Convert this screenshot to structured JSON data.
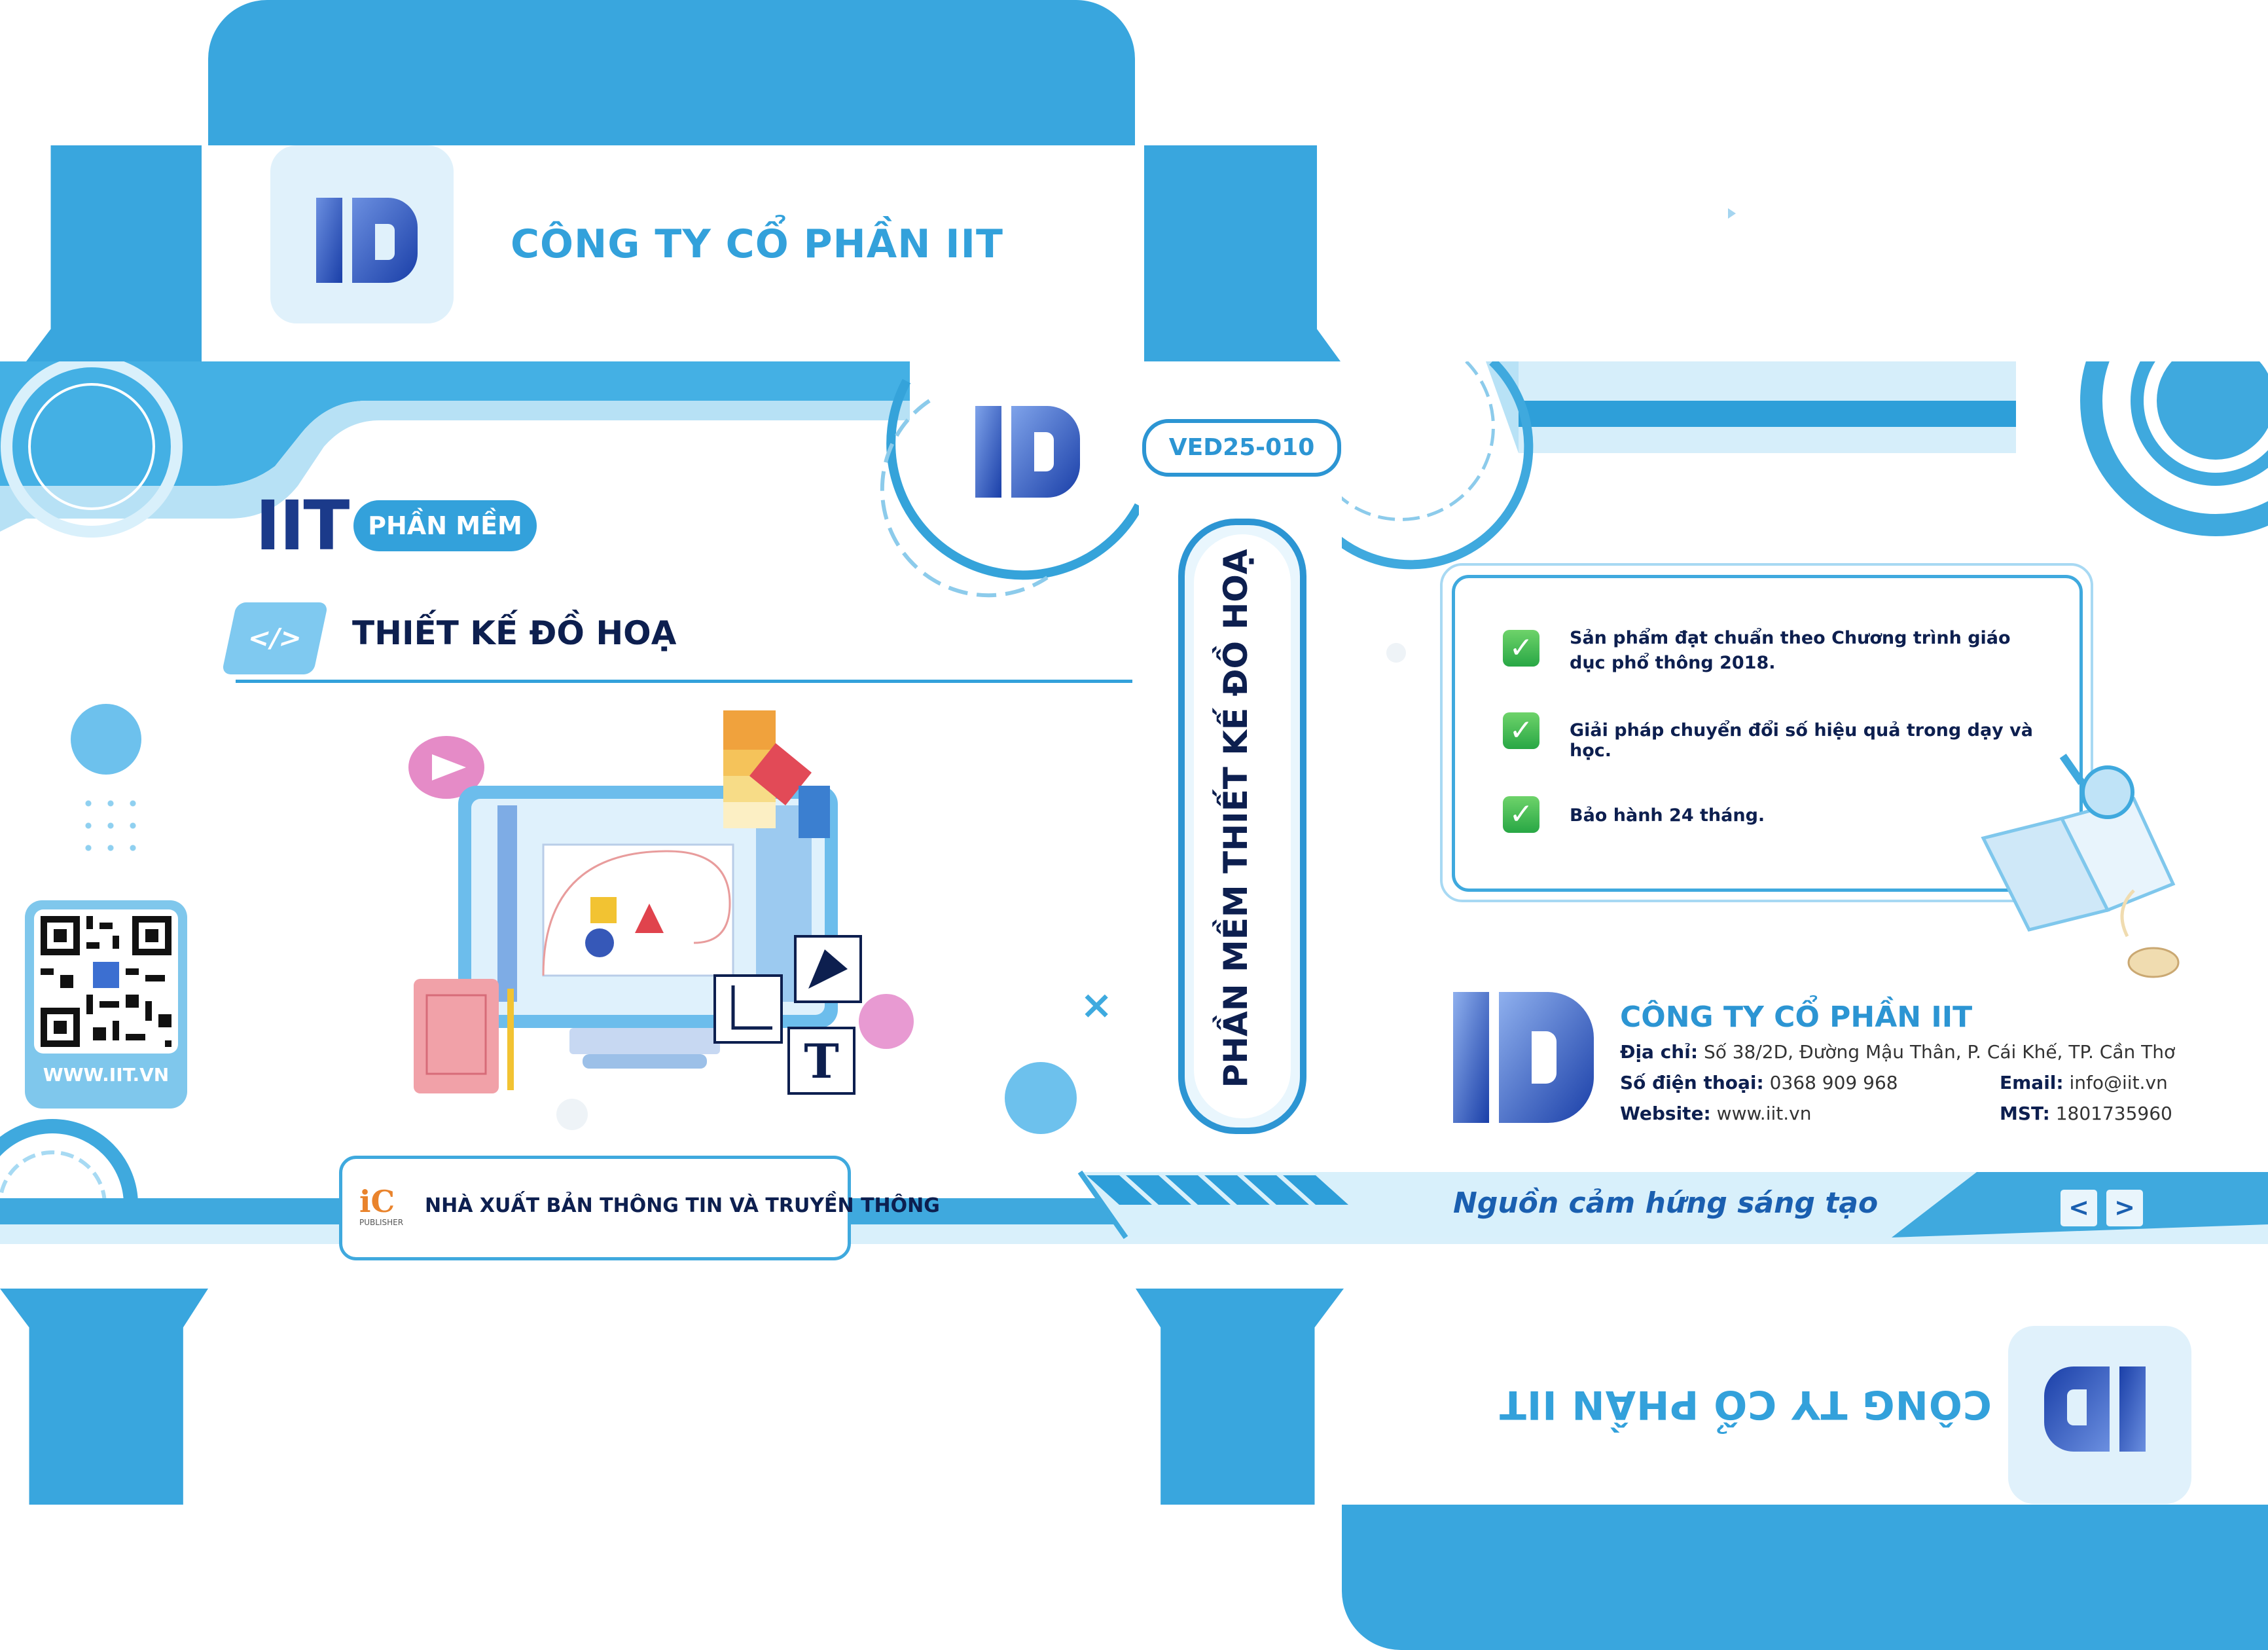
{
  "company": {
    "name": "CÔNG TY CỔ PHẦN IIT",
    "address_label": "Địa chỉ:",
    "address": "Số 38/2D, Đường Mậu Thân, P. Cái Khế, TP. Cần Thơ",
    "phone_label": "Số điện thoại:",
    "phone": "0368 909 968",
    "email_label": "Email:",
    "email": "info@iit.vn",
    "website_label": "Website:",
    "website": "www.iit.vn",
    "tax_label": "MST:",
    "tax": "1801735960"
  },
  "front": {
    "brand": "IIT",
    "tag": "PHẦN MỀM",
    "title": "THIẾT KẾ ĐỒ HOẠ",
    "code": "VED25-010",
    "qr_url": "WWW.IIT.VN",
    "publisher": "NHÀ XUẤT BẢN THÔNG TIN VÀ TRUYỀN THÔNG",
    "publisher_logo_text": "PUBLISHER",
    "code_icon": "</>"
  },
  "spine": {
    "title": "PHẦN MỀM THIẾT KẾ ĐỒ HOẠ"
  },
  "back": {
    "features": [
      "Sản phẩm đạt chuẩn theo Chương trình giáo dục phổ thông 2018.",
      "Giải pháp chuyển đổi số hiệu quả trong dạy và học.",
      "Bảo hành 24 tháng."
    ],
    "slogan": "Nguồn cảm hứng sáng tạo",
    "nav_prev": "<",
    "nav_next": ">"
  },
  "illustration": {
    "text_tool_glyph": "T",
    "icons": [
      "play-icon",
      "pen-nib-icon",
      "text-tool-icon",
      "crop-icon",
      "color-palette-icon",
      "notebook-icon",
      "monitor-icon",
      "magnifier-icon",
      "mouse-icon",
      "newspaper-icon"
    ]
  },
  "colors": {
    "primary": "#3eaadf",
    "dark_navy": "#0f2a66",
    "accent_green": "#28a745"
  }
}
